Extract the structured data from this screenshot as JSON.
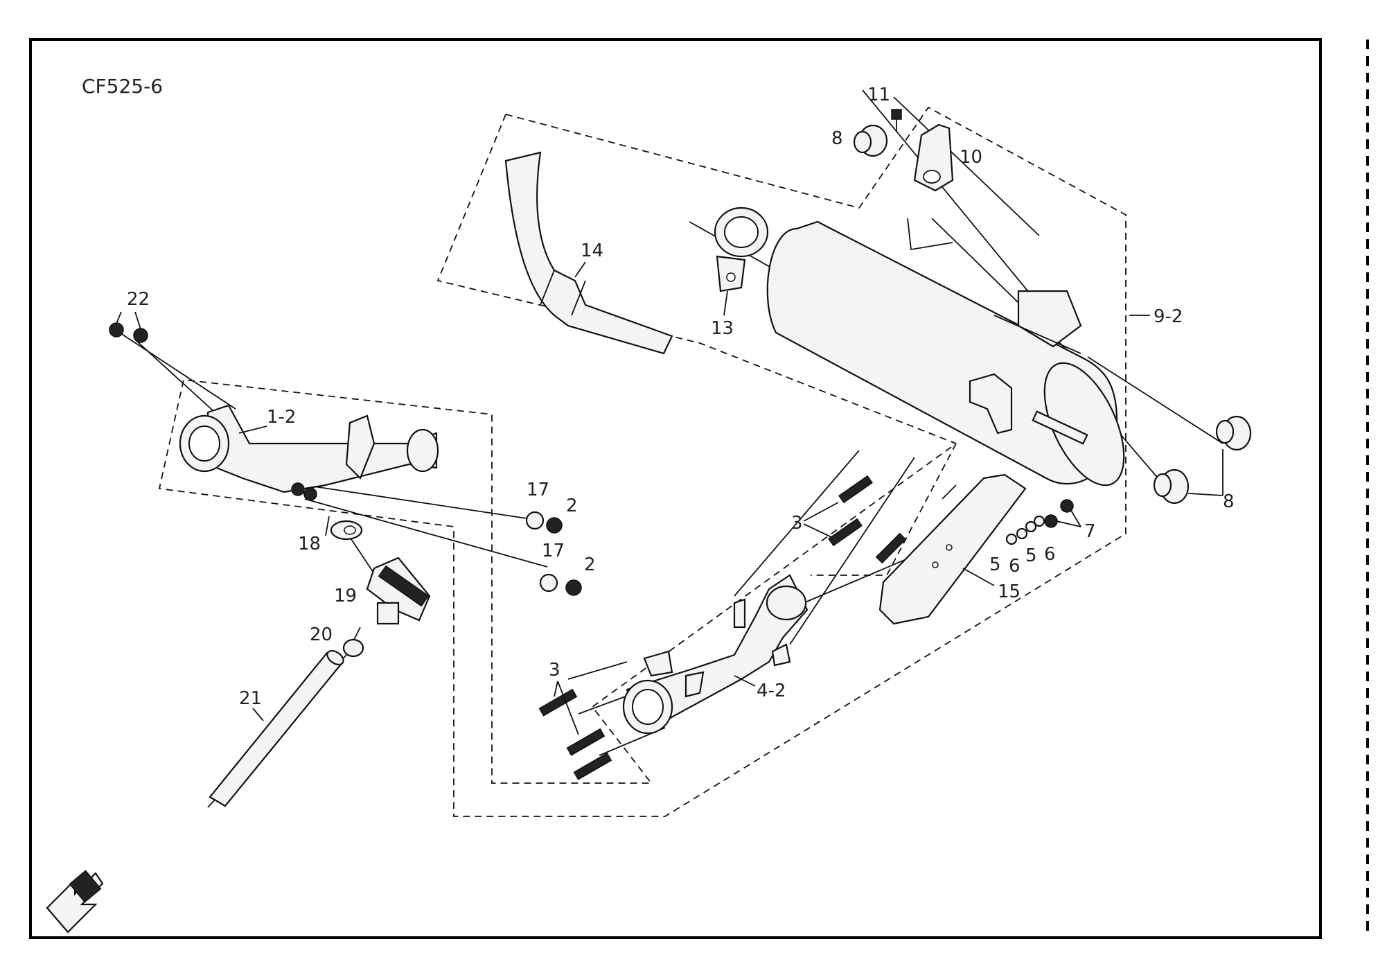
{
  "diagram": {
    "code": "CF525-6",
    "callouts": {
      "c22": "22",
      "c1_2": "1-2",
      "c18": "18",
      "c19": "19",
      "c20": "20",
      "c21": "21",
      "c17a": "17",
      "c2a": "2",
      "c17b": "17",
      "c2b": "2",
      "c14": "14",
      "c13": "13",
      "c11": "11",
      "c8a": "8",
      "c10": "10",
      "c9_2": "9-2",
      "c8b": "8",
      "c3a": "3",
      "c7": "7",
      "c5a": "5",
      "c6a": "6",
      "c5b": "5",
      "c6b": "6",
      "c15": "15",
      "c3b": "3",
      "c4_2": "4-2"
    },
    "icons": {
      "front_arrow": "front-direction-arrow-icon"
    }
  }
}
